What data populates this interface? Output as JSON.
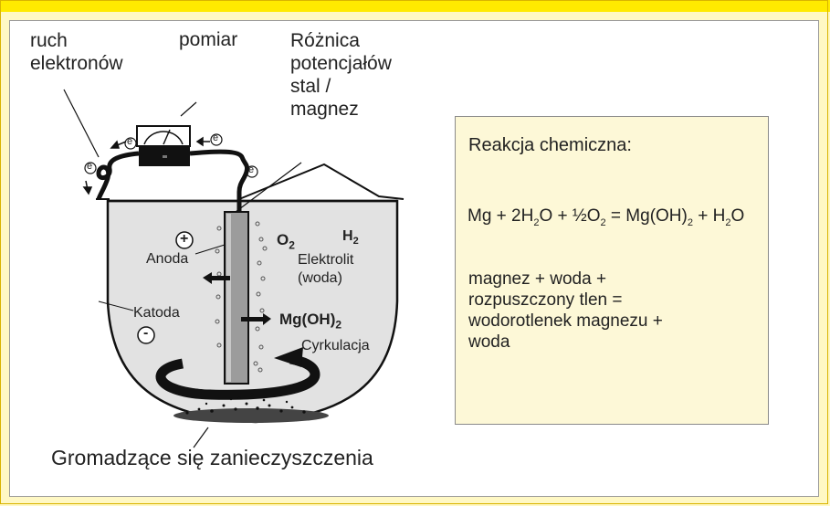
{
  "labels": {
    "ruch": [
      "ruch",
      "elektronów"
    ],
    "pomiar": "pomiar",
    "roznica": [
      "Różnica",
      "potencjałów",
      "stal /",
      "magnez"
    ],
    "o2": "O",
    "o2_sub": "2",
    "h2": "H",
    "h2_sub": "2",
    "anoda": "Anoda",
    "elektrolit": [
      "Elektrolit",
      "(woda)"
    ],
    "katoda": "Katoda",
    "mgoh": "Mg(OH)",
    "mgoh_sub": "2",
    "cyrkulacja": "Cyrkulacja",
    "plus": "+",
    "minus": "-",
    "electron": "e",
    "caption": "Gromadzące się zanieczyszczenia"
  },
  "reaction": {
    "title": "Reakcja chemiczna:",
    "eq": {
      "p1": "Mg + 2H",
      "s1": "2",
      "p2": "O + ½O",
      "s2": "2",
      "p3": " = Mg(OH)",
      "s3": "2",
      "p4": " + H",
      "s4": "2",
      "p5": "O"
    },
    "words": [
      "magnez + woda +",
      "rozpuszczony tlen =",
      "wodorotlenek magnezu +",
      "woda"
    ]
  },
  "colors": {
    "page_bg": "#fff8c4",
    "top_strip": "#ffea00",
    "reaction_box_bg": "#fdf8d7",
    "tank_water": "#e2e2e2",
    "anode": "#9c9c9c",
    "ink": "#222222"
  },
  "icons": [
    "voltmeter-icon",
    "electron-icon",
    "circulation-arrow-icon",
    "sediment-icon"
  ]
}
